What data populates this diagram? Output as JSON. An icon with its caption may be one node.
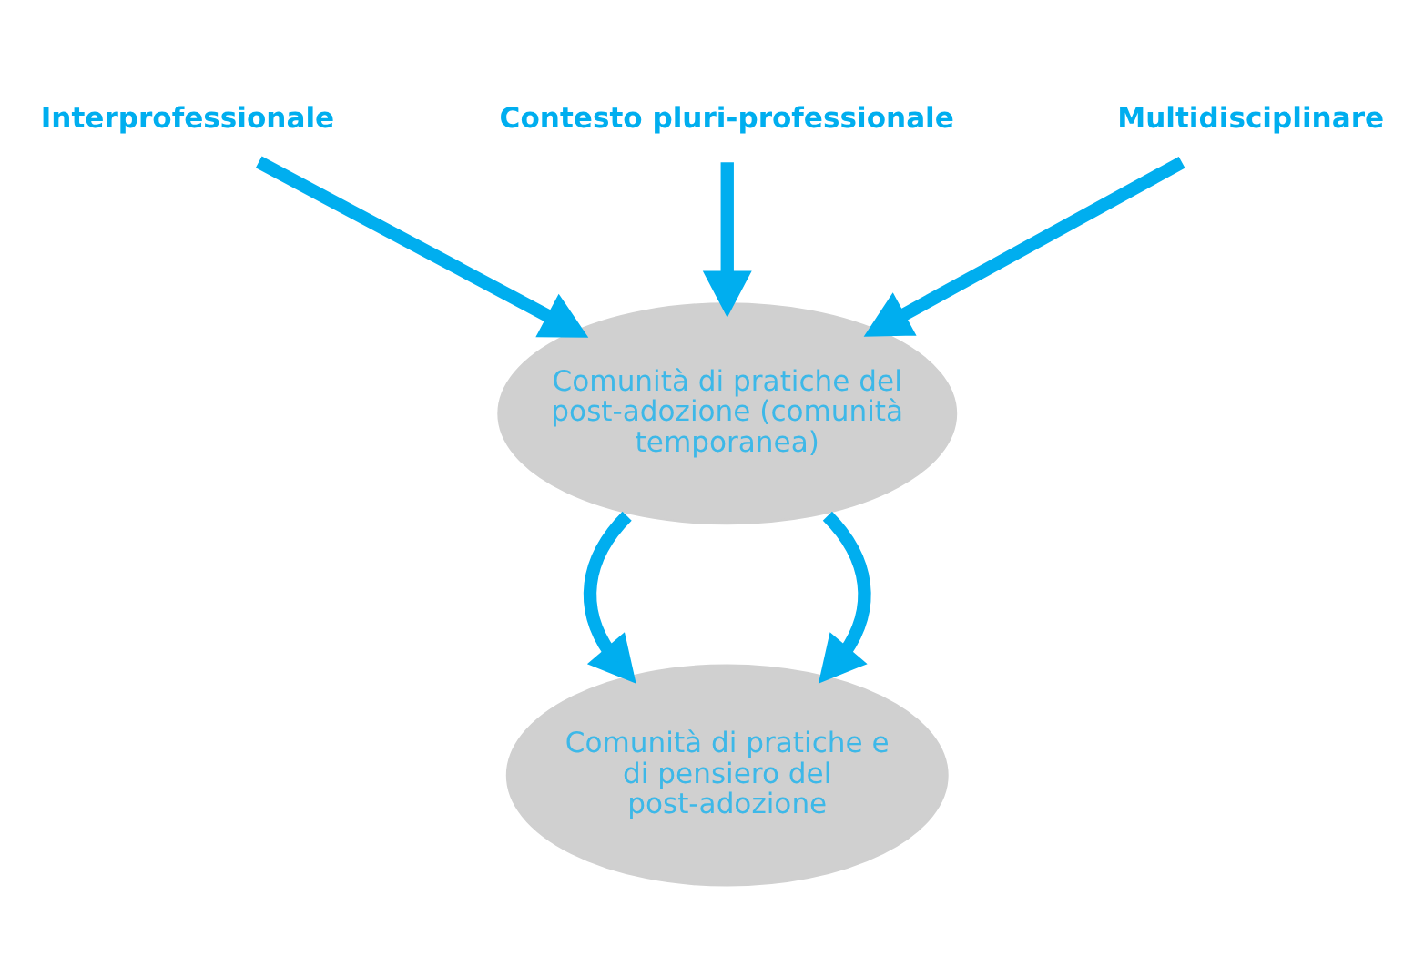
{
  "diagram": {
    "nodes": [
      {
        "text": [
          "Contesto pluri-professionale"
        ]
      },
      {
        "text": [
          "Interprofessionale"
        ]
      },
      {
        "text": [
          "Multidisciplinare"
        ]
      },
      {
        "text": [
          "Comunità di pratiche del post-adozione (comunità temporanea)"
        ]
      },
      {
        "text": [
          "Comunità di pratiche e di pensiero del post-adozione"
        ]
      }
    ],
    "edges": [
      {
        "from": 0,
        "to": 3,
        "arrow": "to"
      },
      {
        "from": 1,
        "to": 3,
        "arrow": "to"
      },
      {
        "from": 2,
        "to": 3,
        "arrow": "to"
      },
      {
        "from": 3,
        "to": 4,
        "arrow": "to"
      },
      {
        "from": 3,
        "to": 4,
        "arrow": "to"
      }
    ]
  }
}
